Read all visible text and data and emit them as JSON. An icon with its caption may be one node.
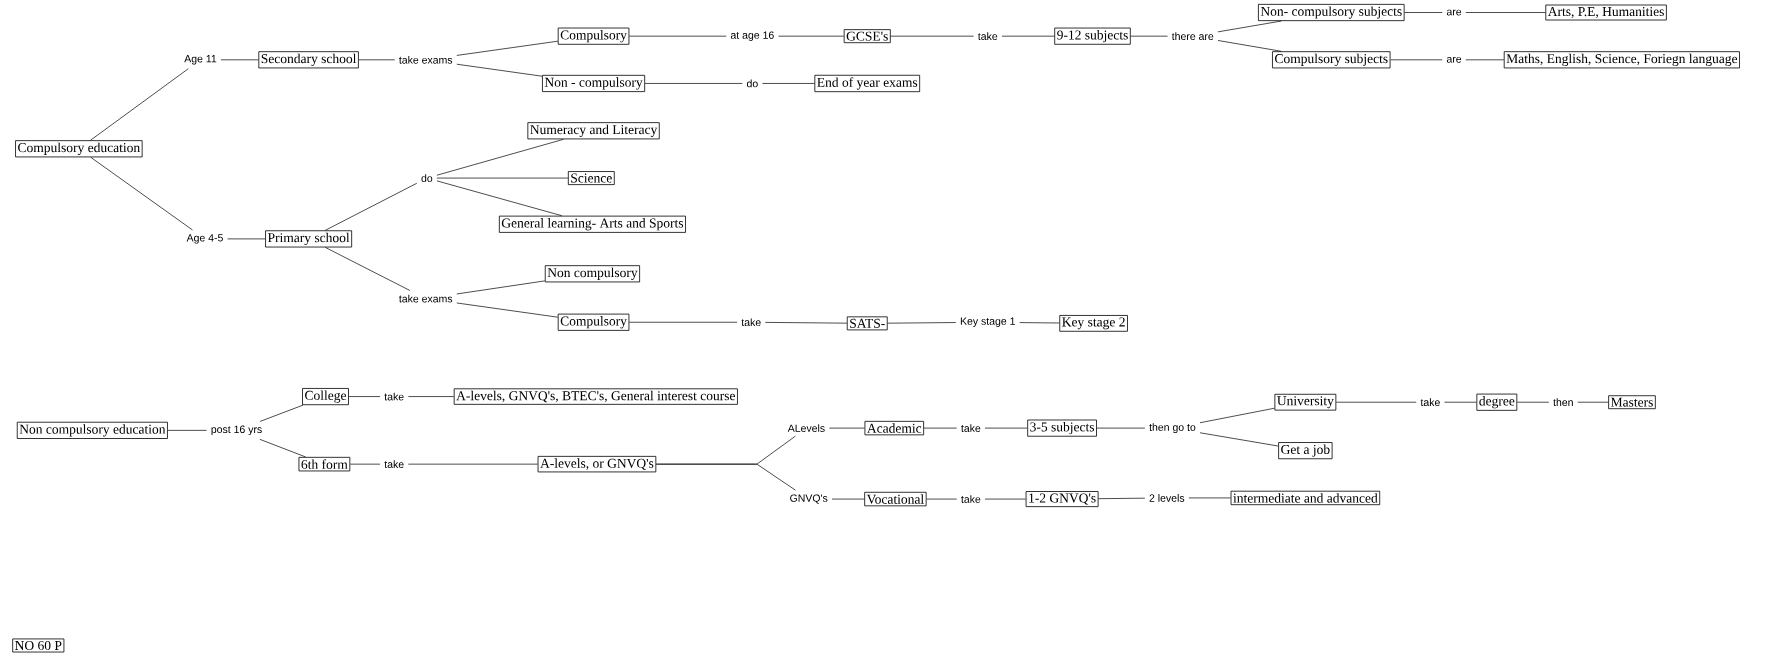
{
  "diagram": {
    "nodes": [
      {
        "text": [
          "Compulsory education"
        ]
      },
      {
        "text": [
          "Age 11"
        ]
      },
      {
        "text": [
          "Secondary school"
        ]
      },
      {
        "text": [
          "take exams"
        ]
      },
      {
        "text": [
          "Compulsory"
        ]
      },
      {
        "text": [
          "at age 16"
        ]
      },
      {
        "text": [
          "GCSE's"
        ]
      },
      {
        "text": [
          "take"
        ]
      },
      {
        "text": [
          "9-12 subjects"
        ]
      },
      {
        "text": [
          "there are"
        ]
      },
      {
        "text": [
          "Non- compulsory subjects"
        ]
      },
      {
        "text": [
          "are"
        ]
      },
      {
        "text": [
          "Arts, P.E, Humanities"
        ]
      },
      {
        "text": [
          "Compulsory subjects"
        ]
      },
      {
        "text": [
          "are"
        ]
      },
      {
        "text": [
          "Maths, English, Science, Foriegn language"
        ]
      },
      {
        "text": [
          "Non - compulsory"
        ]
      },
      {
        "text": [
          "do"
        ]
      },
      {
        "text": [
          "End of year exams"
        ]
      },
      {
        "text": [
          "Age 4-5"
        ]
      },
      {
        "text": [
          "Primary school"
        ]
      },
      {
        "text": [
          "do"
        ]
      },
      {
        "text": [
          "Numeracy and Literacy"
        ]
      },
      {
        "text": [
          "Science"
        ]
      },
      {
        "text": [
          "General learning- Arts and Sports"
        ]
      },
      {
        "text": [
          "take exams"
        ]
      },
      {
        "text": [
          "Non compulsory"
        ]
      },
      {
        "text": [
          "Compulsory"
        ]
      },
      {
        "text": [
          "take"
        ]
      },
      {
        "text": [
          "SATS-"
        ]
      },
      {
        "text": [
          "Key stage 1"
        ]
      },
      {
        "text": [
          "Key stage 2"
        ]
      },
      {
        "text": [
          "Non compulsory education"
        ]
      },
      {
        "text": [
          "post 16 yrs"
        ]
      },
      {
        "text": [
          "College"
        ]
      },
      {
        "text": [
          "take"
        ]
      },
      {
        "text": [
          "A-levels, GNVQ's, BTEC's, General interest course"
        ]
      },
      {
        "text": [
          "6th form"
        ]
      },
      {
        "text": [
          "take"
        ]
      },
      {
        "text": [
          "A-levels, or GNVQ's"
        ]
      },
      {
        "text": [
          "ALevels"
        ]
      },
      {
        "text": [
          "Academic"
        ]
      },
      {
        "text": [
          "take"
        ]
      },
      {
        "text": [
          "3-5 subjects"
        ]
      },
      {
        "text": [
          "then go to"
        ]
      },
      {
        "text": [
          "University"
        ]
      },
      {
        "text": [
          "take"
        ]
      },
      {
        "text": [
          "degree"
        ]
      },
      {
        "text": [
          "then"
        ]
      },
      {
        "text": [
          "Masters"
        ]
      },
      {
        "text": [
          "Get a job"
        ]
      },
      {
        "text": [
          "GNVQ's"
        ]
      },
      {
        "text": [
          "Vocational"
        ]
      },
      {
        "text": [
          "take"
        ]
      },
      {
        "text": [
          "1-2   GNVQ's"
        ]
      },
      {
        "text": [
          "2 levels"
        ]
      },
      {
        "text": [
          "intermediate and advanced"
        ]
      },
      {
        "text": [
          "NO 60 P"
        ]
      }
    ],
    "edges": [
      {
        "from": 0,
        "to": 1,
        "arrow": "none"
      },
      {
        "from": 1,
        "to": 2,
        "arrow": "none"
      },
      {
        "from": 2,
        "to": 3,
        "arrow": "none"
      },
      {
        "from": 3,
        "to": 4,
        "arrow": "none"
      },
      {
        "from": 4,
        "to": 5,
        "arrow": "none"
      },
      {
        "from": 5,
        "to": 6,
        "arrow": "none"
      },
      {
        "from": 6,
        "to": 7,
        "arrow": "none"
      },
      {
        "from": 7,
        "to": 8,
        "arrow": "none"
      },
      {
        "from": 8,
        "to": 9,
        "arrow": "none"
      },
      {
        "from": 9,
        "to": 10,
        "arrow": "none"
      },
      {
        "from": 10,
        "to": 11,
        "arrow": "none"
      },
      {
        "from": 11,
        "to": 12,
        "arrow": "none"
      },
      {
        "from": 9,
        "to": 13,
        "arrow": "none"
      },
      {
        "from": 13,
        "to": 14,
        "arrow": "none"
      },
      {
        "from": 14,
        "to": 15,
        "arrow": "none"
      },
      {
        "from": 3,
        "to": 16,
        "arrow": "none"
      },
      {
        "from": 16,
        "to": 17,
        "arrow": "none"
      },
      {
        "from": 17,
        "to": 18,
        "arrow": "none"
      },
      {
        "from": 0,
        "to": 19,
        "arrow": "none"
      },
      {
        "from": 19,
        "to": 20,
        "arrow": "none"
      },
      {
        "from": 20,
        "to": 21,
        "arrow": "none"
      },
      {
        "from": 21,
        "to": 22,
        "arrow": "none"
      },
      {
        "from": 21,
        "to": 23,
        "arrow": "none"
      },
      {
        "from": 21,
        "to": 24,
        "arrow": "none"
      },
      {
        "from": 20,
        "to": 25,
        "arrow": "none"
      },
      {
        "from": 25,
        "to": 26,
        "arrow": "none"
      },
      {
        "from": 25,
        "to": 27,
        "arrow": "none"
      },
      {
        "from": 27,
        "to": 28,
        "arrow": "none"
      },
      {
        "from": 28,
        "to": 29,
        "arrow": "none"
      },
      {
        "from": 29,
        "to": 30,
        "arrow": "none"
      },
      {
        "from": 30,
        "to": 31,
        "arrow": "none"
      },
      {
        "from": 32,
        "to": 33,
        "arrow": "none"
      },
      {
        "from": 33,
        "to": 34,
        "arrow": "none"
      },
      {
        "from": 33,
        "to": 37,
        "arrow": "none"
      },
      {
        "from": 34,
        "to": 35,
        "arrow": "none"
      },
      {
        "from": 35,
        "to": 36,
        "arrow": "none"
      },
      {
        "from": 37,
        "to": 38,
        "arrow": "none"
      },
      {
        "from": 38,
        "to": 39,
        "arrow": "none"
      },
      {
        "from": 39,
        "to": 40,
        "arrow": "none"
      },
      {
        "from": 39,
        "to": 51,
        "arrow": "none"
      },
      {
        "from": 40,
        "to": 41,
        "arrow": "none"
      },
      {
        "from": 41,
        "to": 42,
        "arrow": "none"
      },
      {
        "from": 42,
        "to": 43,
        "arrow": "none"
      },
      {
        "from": 43,
        "to": 44,
        "arrow": "none"
      },
      {
        "from": 44,
        "to": 45,
        "arrow": "none"
      },
      {
        "from": 44,
        "to": 50,
        "arrow": "none"
      },
      {
        "from": 45,
        "to": 46,
        "arrow": "none"
      },
      {
        "from": 46,
        "to": 47,
        "arrow": "none"
      },
      {
        "from": 47,
        "to": 48,
        "arrow": "none"
      },
      {
        "from": 48,
        "to": 49,
        "arrow": "none"
      },
      {
        "from": 51,
        "to": 52,
        "arrow": "none"
      },
      {
        "from": 52,
        "to": 53,
        "arrow": "none"
      },
      {
        "from": 53,
        "to": 54,
        "arrow": "none"
      },
      {
        "from": 54,
        "to": 55,
        "arrow": "none"
      },
      {
        "from": 55,
        "to": 56,
        "arrow": "none"
      }
    ]
  }
}
